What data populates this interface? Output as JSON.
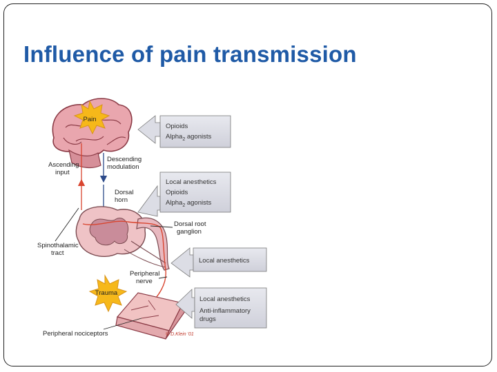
{
  "title": "Influence of pain transmission",
  "bursts": {
    "pain": "Pain",
    "trauma": "Trauma"
  },
  "labels": {
    "ascending": [
      "Ascending",
      "input"
    ],
    "descending": [
      "Descending",
      "modulation"
    ],
    "dorsal_horn": [
      "Dorsal",
      "horn"
    ],
    "dorsal_root": [
      "Dorsal root",
      "ganglion"
    ],
    "spinothalamic": [
      "Spinothalamic",
      "tract"
    ],
    "peripheral_nerve": [
      "Peripheral",
      "nerve"
    ],
    "peripheral_nociceptors": "Peripheral nociceptors",
    "credit": "© D.Klein '01"
  },
  "boxes": {
    "brain": {
      "line1": "Opioids",
      "line2_main": "Alpha",
      "line2_sub": "2",
      "line2_tail": " agonists"
    },
    "dorsal_horn": {
      "line1": "Local anesthetics",
      "line2": "Opioids",
      "line3_main": "Alpha",
      "line3_sub": "2",
      "line3_tail": " agonists"
    },
    "peripheral_nerve": {
      "line1": "Local anesthetics"
    },
    "nociceptors": {
      "line1": "Local anesthetics",
      "line2": "Anti-inflammatory",
      "line3": "drugs"
    }
  },
  "colors": {
    "title": "#1f5aa6",
    "pathway": "#d9452f",
    "descending": "#2c4a8a",
    "box": "#dcdde5",
    "burst": "#f6b81a"
  }
}
